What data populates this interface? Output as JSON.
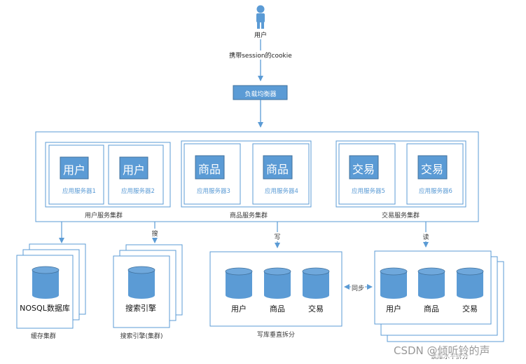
{
  "user": {
    "label": "用户"
  },
  "cookie_label": "携带session的cookie",
  "load_balancer": {
    "label": "负载均衡器"
  },
  "clusters": [
    {
      "label": "用户服务集群",
      "servers": [
        {
          "tile": "用户",
          "caption": "应用服务器1"
        },
        {
          "tile": "用户",
          "caption": "应用服务器2"
        }
      ]
    },
    {
      "label": "商品服务集群",
      "servers": [
        {
          "tile": "商品",
          "caption": "应用服务器3"
        },
        {
          "tile": "商品",
          "caption": "应用服务器4"
        }
      ]
    },
    {
      "label": "交易服务集群",
      "servers": [
        {
          "tile": "交易",
          "caption": "应用服务器5"
        },
        {
          "tile": "交易",
          "caption": "应用服务器6"
        }
      ]
    }
  ],
  "edges": {
    "search": "搜",
    "write": "写",
    "read": "读",
    "sync": "同步"
  },
  "nosql": {
    "name": "NOSQL数据库",
    "caption": "缓存集群"
  },
  "search_engine": {
    "name": "搜索引擎",
    "caption": "搜索引擎(集群)"
  },
  "write_db": {
    "dbs": [
      "用户",
      "商品",
      "交易"
    ],
    "caption": "写库垂直拆分"
  },
  "read_db": {
    "dbs": [
      "用户",
      "商品",
      "交易"
    ],
    "caption": "读库水平拆分"
  },
  "watermark": "CSDN @倾听铃的声",
  "colors": {
    "accent": "#5b9bd5",
    "accent_dark": "#41719c",
    "line": "#5b9bd5"
  }
}
